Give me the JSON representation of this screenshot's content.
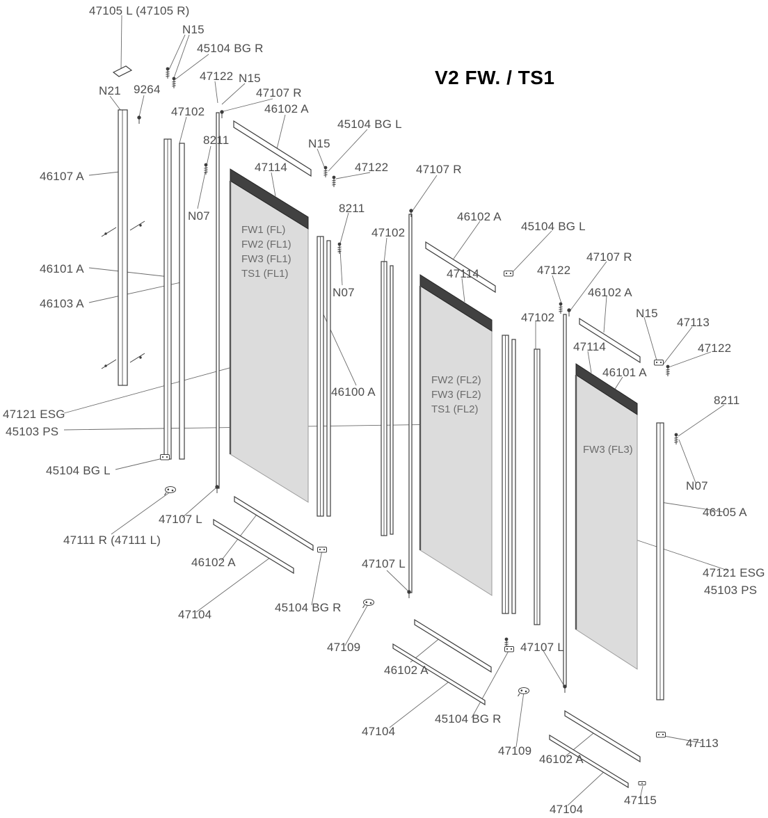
{
  "title": "V2 FW. / TS1",
  "panels": {
    "p1": {
      "lines": [
        "FW1 (FL)",
        "FW2 (FL1)",
        "FW3 (FL1)",
        "TS1 (FL1)"
      ]
    },
    "p2": {
      "lines": [
        "FW2 (FL2)",
        "FW3 (FL2)",
        "TS1 (FL2)"
      ]
    },
    "p3": {
      "lines": [
        "FW3 (FL3)"
      ]
    }
  },
  "labels": [
    {
      "text": "47105 L (47105 R)"
    },
    {
      "text": "N15"
    },
    {
      "text": "45104 BG R"
    },
    {
      "text": "47122"
    },
    {
      "text": "N15"
    },
    {
      "text": "47107 R"
    },
    {
      "text": "46102 A"
    },
    {
      "text": "N21"
    },
    {
      "text": "9264"
    },
    {
      "text": "47102"
    },
    {
      "text": "8211"
    },
    {
      "text": "45104 BG L"
    },
    {
      "text": "N15"
    },
    {
      "text": "47114"
    },
    {
      "text": "47122"
    },
    {
      "text": "47107 R"
    },
    {
      "text": "46107 A"
    },
    {
      "text": "N07"
    },
    {
      "text": "8211"
    },
    {
      "text": "46102 A"
    },
    {
      "text": "45104 BG L"
    },
    {
      "text": "47102"
    },
    {
      "text": "46101 A"
    },
    {
      "text": "47114"
    },
    {
      "text": "47122"
    },
    {
      "text": "47107 R"
    },
    {
      "text": "46103 A"
    },
    {
      "text": "N07"
    },
    {
      "text": "46102 A"
    },
    {
      "text": "47102"
    },
    {
      "text": "N15"
    },
    {
      "text": "47113"
    },
    {
      "text": "47114"
    },
    {
      "text": "47122"
    },
    {
      "text": "46101 A"
    },
    {
      "text": "46100 A"
    },
    {
      "text": "8211"
    },
    {
      "text": "47121 ESG"
    },
    {
      "text": "45103 PS"
    },
    {
      "text": "45104 BG L"
    },
    {
      "text": "47111 R (47111 L)"
    },
    {
      "text": "47107 L"
    },
    {
      "text": "46102 A"
    },
    {
      "text": "47104"
    },
    {
      "text": "45104 BG R"
    },
    {
      "text": "47109"
    },
    {
      "text": "47107 L"
    },
    {
      "text": "46102 A"
    },
    {
      "text": "N07"
    },
    {
      "text": "46105 A"
    },
    {
      "text": "47121 ESG"
    },
    {
      "text": "45103 PS"
    },
    {
      "text": "47104"
    },
    {
      "text": "47107 L"
    },
    {
      "text": "45104 BG R"
    },
    {
      "text": "47109"
    },
    {
      "text": "46102 A"
    },
    {
      "text": "47113"
    },
    {
      "text": "47104"
    },
    {
      "text": "47115"
    }
  ],
  "colors": {
    "glass": "#dcdcdc",
    "frame": "#414141",
    "outline": "#3c3c3c",
    "leader": "#6a6a6a",
    "label": "#4d4d4d"
  }
}
